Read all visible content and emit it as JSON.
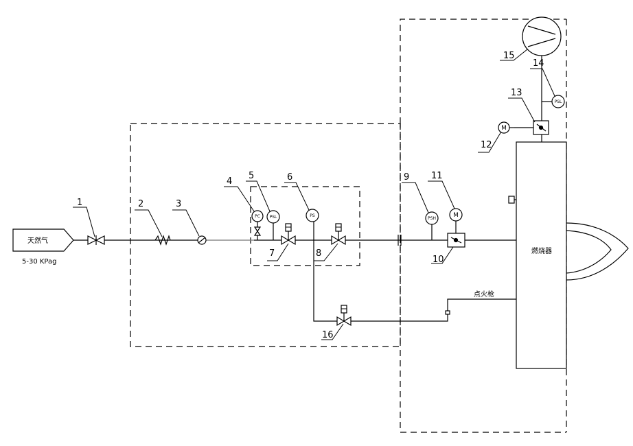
{
  "labels": {
    "gas": "天然气",
    "pressure": "5-30 KPag",
    "burner": "燃烧器",
    "igniter": "点火枪"
  },
  "tags": {
    "pc": "PC",
    "psl_5": "PSL",
    "ps": "PS",
    "psh": "PSH",
    "psl_14": "PSL",
    "motor_11": "M",
    "motor_12": "M"
  },
  "callouts": [
    "1",
    "2",
    "3",
    "4",
    "5",
    "6",
    "7",
    "8",
    "9",
    "10",
    "11",
    "12",
    "13",
    "14",
    "15",
    "16"
  ]
}
